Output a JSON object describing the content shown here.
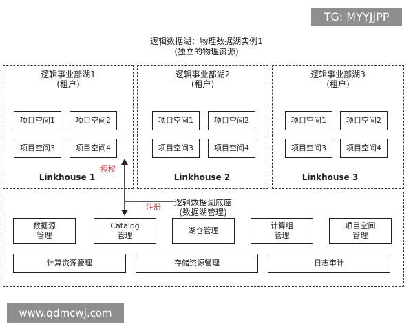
{
  "watermarks": {
    "top": "TG: MYYJJPP",
    "bottom": "www.qdmcwj.com"
  },
  "lake_instance": {
    "title": "逻辑数据湖：物理数据湖实例1",
    "subtitle": "(独立的物理资源)"
  },
  "tenants": [
    {
      "title": "逻辑事业部湖1",
      "subtitle": "(租户)",
      "linkhouse": "Linkhouse 1",
      "spaces": [
        "项目空间1",
        "项目空间2",
        "项目空间3",
        "项目空间4"
      ]
    },
    {
      "title": "逻辑事业部湖2",
      "subtitle": "(租户)",
      "linkhouse": "Linkhouse 2",
      "spaces": [
        "项目空间1",
        "项目空间2",
        "项目空间3",
        "项目空间4"
      ]
    },
    {
      "title": "逻辑事业部湖3",
      "subtitle": "(租户)",
      "linkhouse": "Linkhouse 3",
      "spaces": [
        "项目空间1",
        "项目空间2",
        "项目空间3",
        "项目空间4"
      ]
    }
  ],
  "arrows": {
    "authorize": "授权",
    "register": "注册"
  },
  "base": {
    "title": "逻辑数据湖底座",
    "subtitle": "(数据湖管理)",
    "modules": [
      {
        "line1": "数据源",
        "line2": "管理"
      },
      {
        "line1": "Catalog",
        "line2": "管理"
      },
      {
        "line1": "湖仓管理",
        "line2": ""
      },
      {
        "line1": "计算组",
        "line2": "管理"
      },
      {
        "line1": "项目空间",
        "line2": "管理"
      }
    ],
    "resources": [
      "计算资源管理",
      "存储资源管理",
      "日志审计"
    ]
  }
}
